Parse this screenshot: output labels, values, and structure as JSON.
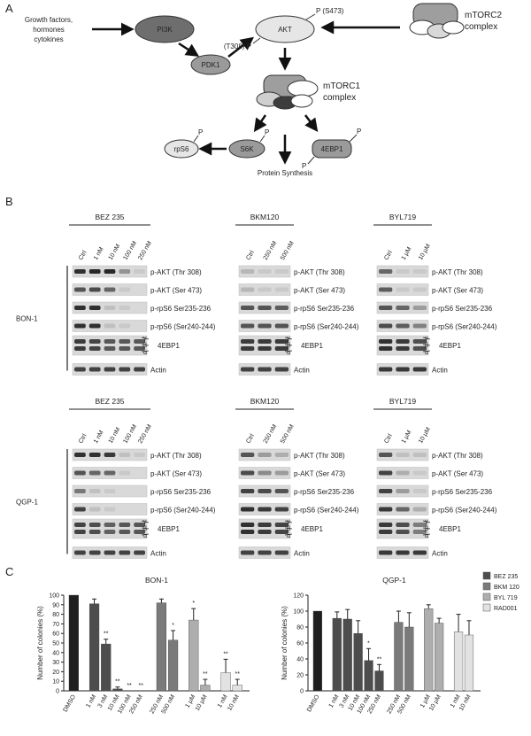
{
  "panels": {
    "a": "A",
    "b": "B",
    "c": "C"
  },
  "pathway": {
    "growth": [
      "Growth factors,",
      "hormones",
      "cytokines"
    ],
    "pi3k": "PI3K",
    "pdk1": "PDK1",
    "akt": "AKT",
    "s473": "P (S473)",
    "t308": "(T308) P",
    "mtorc2": [
      "mTORC2",
      "complex"
    ],
    "mtorc1": [
      "mTORC1",
      "complex"
    ],
    "rps6": "rpS6",
    "s6k": "S6K",
    "4ebp1": "4EBP1",
    "p": "P",
    "protein": "Protein Synthesis"
  },
  "blots": {
    "drugs": [
      "BEZ 235",
      "BKM120",
      "BYL719"
    ],
    "cells": [
      "BON-1",
      "QGP-1"
    ],
    "lanes": {
      "bez": [
        "Ctrl",
        "1 nM",
        "10 nM",
        "100 nM",
        "250 nM"
      ],
      "bkm": [
        "Ctrl",
        "250 nM",
        "500 nM"
      ],
      "byl": [
        "Ctrl",
        "1 µM",
        "10 µM"
      ]
    },
    "rows": [
      "p-AKT (Thr 308)",
      "p-AKT (Ser 473)",
      "p-rpS6 Ser235-236",
      "p-rpS6 (Ser240-244)",
      "4EBP1",
      "Actin"
    ],
    "rows_qgp": [
      "p-AKT (Thr 308)",
      "p-AKT (Ser 473)",
      "p-rpS6 Ser235-236",
      "p-rpS6 (Ser240-244)",
      "4EBP1",
      "Actin"
    ],
    "isoforms": [
      "γ",
      "β",
      "α"
    ],
    "intensity_bon": {
      "bez": [
        [
          0.9,
          0.95,
          0.95,
          0.35,
          0.05
        ],
        [
          0.7,
          0.75,
          0.6,
          0.05,
          0.0
        ],
        [
          0.9,
          0.9,
          0.1,
          0.05,
          0.0
        ],
        [
          0.9,
          0.9,
          0.1,
          0.05,
          0.0
        ],
        [
          0.85,
          0.8,
          0.7,
          0.7,
          0.7
        ],
        [
          0.8,
          0.8,
          0.8,
          0.8,
          0.8
        ]
      ],
      "bkm": [
        [
          0.15,
          0.05,
          0.05
        ],
        [
          0.15,
          0.05,
          0.05
        ],
        [
          0.7,
          0.7,
          0.65
        ],
        [
          0.7,
          0.7,
          0.7
        ],
        [
          0.85,
          0.85,
          0.85
        ],
        [
          0.8,
          0.8,
          0.8
        ]
      ],
      "byl": [
        [
          0.6,
          0.05,
          0.05
        ],
        [
          0.65,
          0.05,
          0.05
        ],
        [
          0.7,
          0.6,
          0.3
        ],
        [
          0.75,
          0.65,
          0.45
        ],
        [
          0.9,
          0.85,
          0.75
        ],
        [
          0.85,
          0.85,
          0.85
        ]
      ]
    },
    "intensity_qgp": {
      "bez": [
        [
          0.9,
          0.9,
          0.85,
          0.1,
          0.05
        ],
        [
          0.7,
          0.6,
          0.6,
          0.05,
          0.0
        ],
        [
          0.5,
          0.1,
          0.05,
          0.0,
          0.0
        ],
        [
          0.8,
          0.1,
          0.05,
          0.0,
          0.0
        ],
        [
          0.8,
          0.75,
          0.65,
          0.7,
          0.7
        ],
        [
          0.8,
          0.8,
          0.8,
          0.8,
          0.8
        ]
      ],
      "bkm": [
        [
          0.7,
          0.3,
          0.2
        ],
        [
          0.75,
          0.4,
          0.3
        ],
        [
          0.8,
          0.75,
          0.7
        ],
        [
          0.9,
          0.85,
          0.8
        ],
        [
          0.9,
          0.85,
          0.8
        ],
        [
          0.8,
          0.8,
          0.8
        ]
      ],
      "byl": [
        [
          0.7,
          0.1,
          0.1
        ],
        [
          0.8,
          0.2,
          0.05
        ],
        [
          0.8,
          0.3,
          0.05
        ],
        [
          0.85,
          0.6,
          0.2
        ],
        [
          0.85,
          0.75,
          0.5
        ],
        [
          0.85,
          0.85,
          0.85
        ]
      ]
    }
  },
  "chart_data": [
    {
      "type": "bar",
      "title": "BON-1",
      "ylabel": "Number of colonies (%)",
      "ylim": [
        0,
        100
      ],
      "yticks": [
        0,
        10,
        20,
        30,
        40,
        50,
        60,
        70,
        80,
        90,
        100
      ],
      "categories": [
        "DMSO",
        "1 nM",
        "3 nM",
        "10 nM",
        "100 nM",
        "250 nM",
        "250 nM",
        "500 nM",
        "1 µM",
        "10 µM",
        "1 nM",
        "10 nM"
      ],
      "groups": [
        0,
        1,
        1,
        1,
        1,
        1,
        2,
        2,
        3,
        3,
        4,
        4
      ],
      "values": [
        100,
        91,
        49,
        2,
        0,
        0,
        92,
        53,
        74,
        6,
        19,
        6
      ],
      "errors": [
        0,
        5,
        5,
        2,
        0,
        0,
        4,
        10,
        12,
        6,
        14,
        6
      ],
      "stars": [
        "",
        "",
        "**",
        "**",
        "**",
        "**",
        "",
        "*",
        "*",
        "**",
        "**",
        "**"
      ],
      "grid": false
    },
    {
      "type": "bar",
      "title": "QGP-1",
      "ylabel": "Number of colonies (%)",
      "ylim": [
        0,
        120
      ],
      "yticks": [
        0,
        20,
        40,
        60,
        80,
        100,
        120
      ],
      "categories": [
        "DMSO",
        "1 nM",
        "3 nM",
        "10 nM",
        "100 nM",
        "250 nM",
        "250 nM",
        "500 nM",
        "1 µM",
        "10 µM",
        "1 nM",
        "10 nM"
      ],
      "groups": [
        0,
        1,
        1,
        1,
        1,
        1,
        2,
        2,
        3,
        3,
        4,
        4
      ],
      "values": [
        100,
        91,
        90,
        72,
        38,
        25,
        86,
        80,
        103,
        85,
        74,
        70
      ],
      "errors": [
        0,
        8,
        12,
        16,
        15,
        8,
        14,
        18,
        5,
        6,
        22,
        18
      ],
      "stars": [
        "",
        "",
        "",
        "",
        "*",
        "**",
        "",
        "",
        "",
        "",
        "",
        ""
      ],
      "grid": false
    }
  ],
  "legend": {
    "position": "top-right",
    "items": [
      {
        "name": "BEZ 235",
        "color": "#4d4d4d"
      },
      {
        "name": "BKM 120",
        "color": "#7a7a7a"
      },
      {
        "name": "BYL 719",
        "color": "#aeaeae"
      },
      {
        "name": "RAD001",
        "color": "#e2e2e2"
      }
    ]
  },
  "colors": {
    "dmso": "#1e1e1e",
    "groups": [
      "#1e1e1e",
      "#4d4d4d",
      "#7a7a7a",
      "#aeaeae",
      "#e2e2e2"
    ]
  }
}
